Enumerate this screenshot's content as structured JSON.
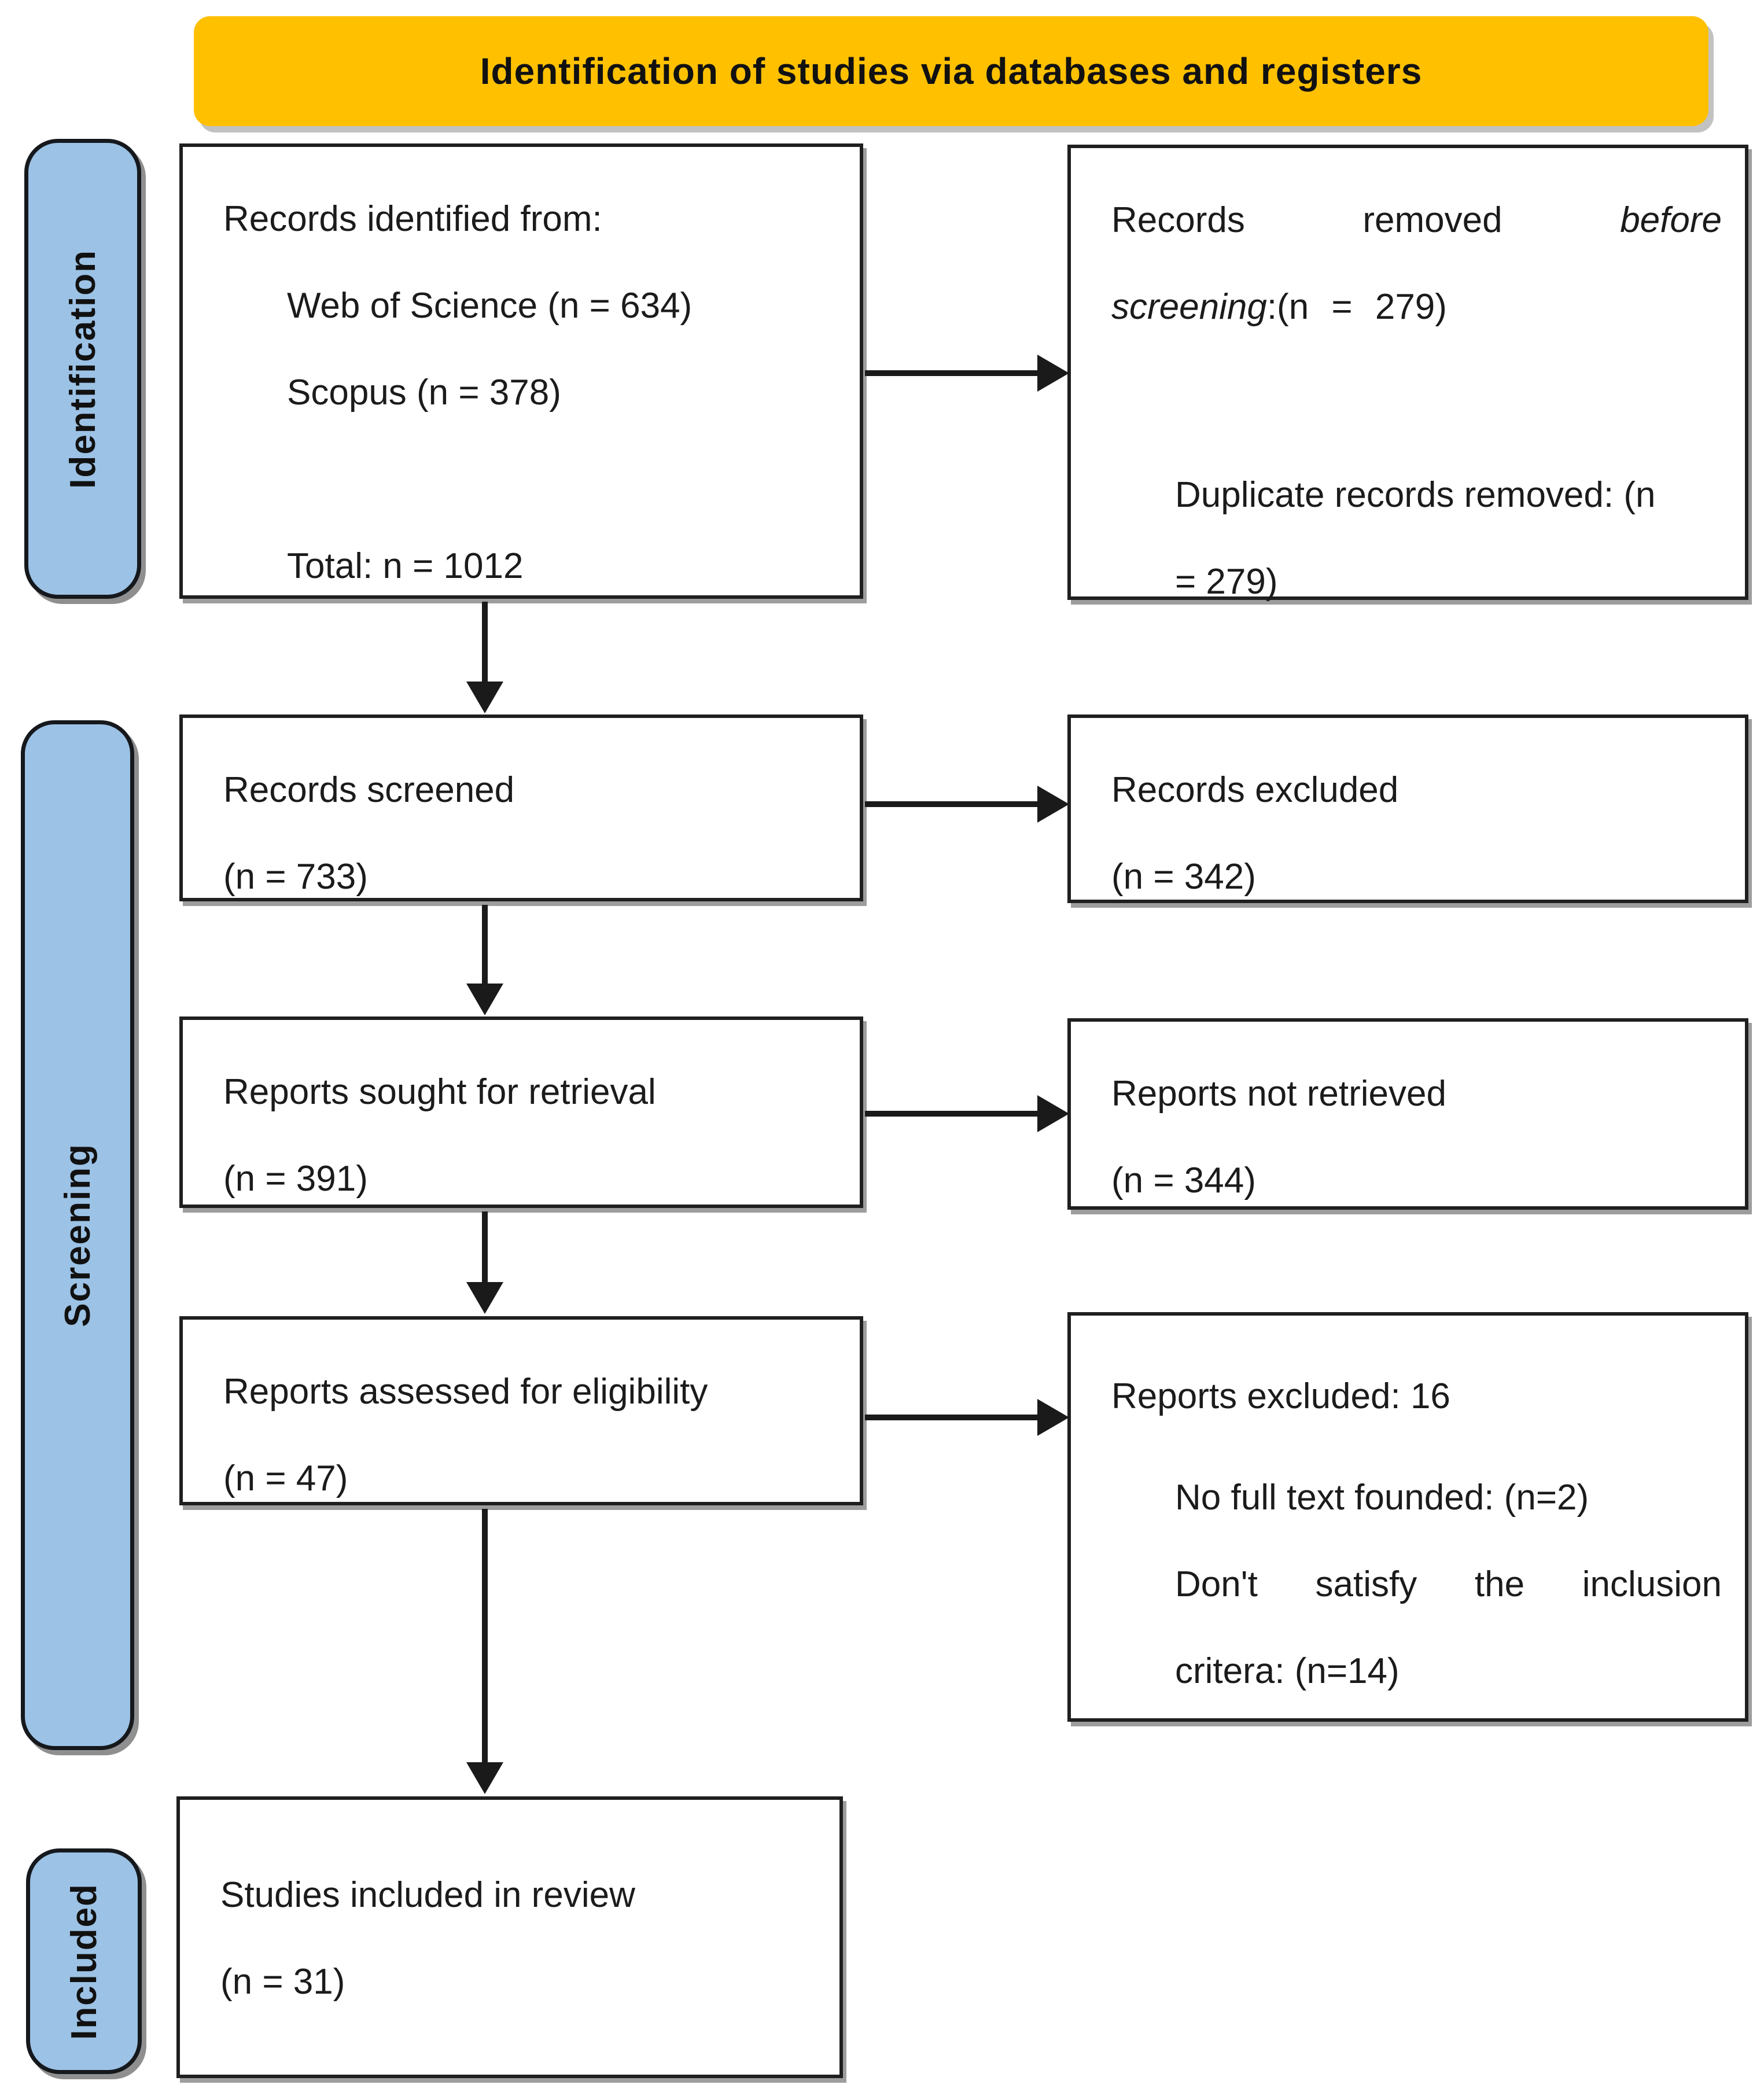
{
  "banner": {
    "label": "Identification of studies via databases and registers"
  },
  "sidebars": {
    "identification": "Identification",
    "screening": "Screening",
    "included": "Included"
  },
  "boxes": {
    "records_identified": {
      "intro": "Records identified from:",
      "items": [
        "Web of Science (n = 634)",
        "Scopus (n = 378)"
      ],
      "total": "Total: n = 1012"
    },
    "records_removed": {
      "line1_normal": "Records removed",
      "line1_italic": "before",
      "line2_italic": "screening",
      "line2_tail": ":(n = 279)",
      "detail": "Duplicate records removed: (n\n= 279)"
    },
    "records_screened": {
      "title": "Records screened",
      "count": "(n = 733)"
    },
    "records_excluded": {
      "title": "Records excluded",
      "count": "(n = 342)"
    },
    "reports_sought": {
      "title": "Reports sought for retrieval",
      "count": "(n = 391)"
    },
    "reports_not_retrieved": {
      "title": "Reports not retrieved",
      "count": "(n = 344)"
    },
    "reports_assessed": {
      "title": "Reports assessed for eligibility",
      "count": "(n = 47)"
    },
    "reports_excluded": {
      "title": "Reports excluded: 16",
      "reason1": "No full text founded: (n=2)",
      "reason2_line1": "Don't satisfy the inclusion",
      "reason2_line2": "critera: (n=14)"
    },
    "studies_included": {
      "title": "Studies included in review",
      "count": "(n = 31)"
    }
  },
  "colors": {
    "banner_bg": "#FFC000",
    "sidebar_bg": "#9CC2E5",
    "border": "#1f1f1f",
    "arrow": "#1a1a1a"
  }
}
